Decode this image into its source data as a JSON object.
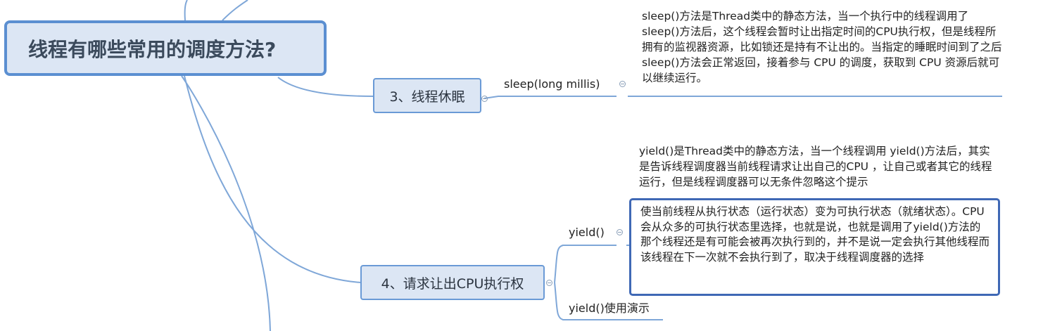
{
  "root": {
    "title": "线程有哪些常用的调度方法?"
  },
  "topic3": {
    "label": "3、线程休眠",
    "child_label": "sleep(long millis)",
    "note": "sleep()方法是Thread类中的静态方法，当一个执行中的线程调用了sleep()方法后，这个线程会暂时让出指定时间的CPU执行权，但是线程所拥有的监视器资源，比如锁还是持有不让出的。当指定的睡眠时间到了之后sleep()方法会正常返回，接着参与 CPU 的调度，获取到 CPU 资源后就可以继续运行。"
  },
  "topic4": {
    "label": "4、请求让出CPU执行权",
    "child1_label": "yield()",
    "child1_note": "yield()是Thread类中的静态方法，当一个线程调用 yield()方法后，其实是告诉线程调度器当前线程请求让出自己的CPU ，让自己或者其它的线程运行，但是线程调度器可以无条件忽略这个提示",
    "child1_boxed_note": "使当前线程从执行状态（运行状态）变为可执行状态（就绪状态）。CPU会从众多的可执行状态里选择，也就是说，也就是调用了yield()方法的那个线程还是有可能会被再次执行到的，并不是说一定会执行其他线程而该线程在下一次就不会执行到了，取决于线程调度器的选择",
    "child2_label": "yield()使用演示"
  },
  "colors": {
    "accent": "#5b8fd1",
    "topic_fill": "#dce6f4",
    "line": "#7fa7d8",
    "note_box_border": "#3f68b5"
  }
}
